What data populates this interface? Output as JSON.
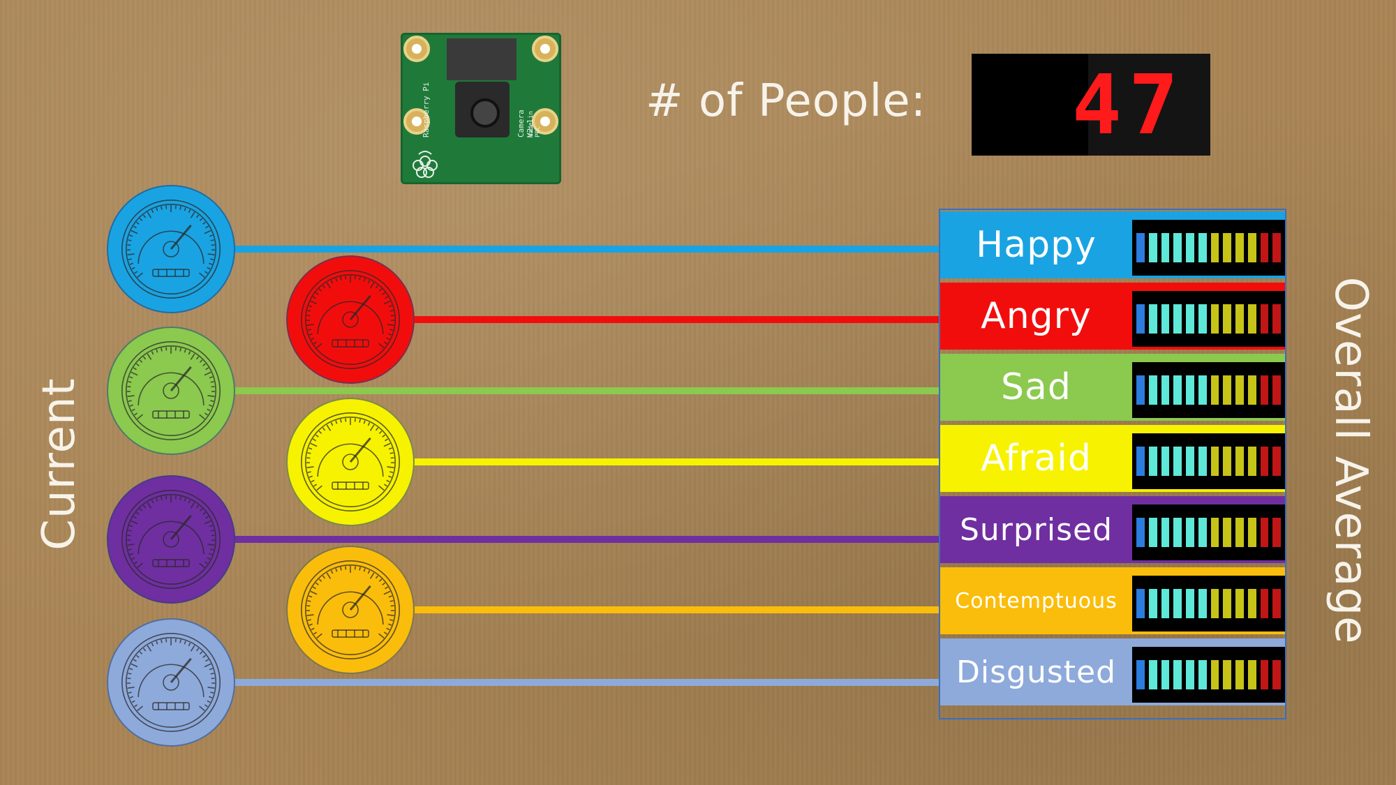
{
  "header": {
    "people_label": "# of People:",
    "people_count": "47"
  },
  "camera": {
    "icon": "raspberry-pi-camera-icon",
    "board_text": "Raspberry Pi",
    "model_text": "Camera V2.1",
    "made_text": "Made in PRC"
  },
  "axis_labels": {
    "current": "Current",
    "overall": "Overall Average"
  },
  "emotions": [
    {
      "label": "Happy",
      "color": "#1aa3e2",
      "bar_color": "#1aa3e2"
    },
    {
      "label": "Angry",
      "color": "#f20d0d",
      "bar_color": "#f20d0d"
    },
    {
      "label": "Sad",
      "color": "#8bc94f",
      "bar_color": "#8bc94f"
    },
    {
      "label": "Afraid",
      "color": "#f7f200",
      "bar_color": "#f7f200"
    },
    {
      "label": "Surprised",
      "color": "#6f2fa0",
      "bar_color": "#6f2fa0"
    },
    {
      "label": "Contemptuous",
      "color": "#fbbd0b",
      "bar_color": "#fbbd0b"
    },
    {
      "label": "Disgusted",
      "color": "#8eaadb",
      "bar_color": "#8eaadb"
    }
  ],
  "bargraph_colors": [
    "#2b7de0",
    "#5ee8d8",
    "#5ee8d8",
    "#5ee8d8",
    "#5ee8d8",
    "#5ee8d8",
    "#c7c418",
    "#c7c418",
    "#c7c418",
    "#c7c418",
    "#c01616",
    "#c01616"
  ]
}
